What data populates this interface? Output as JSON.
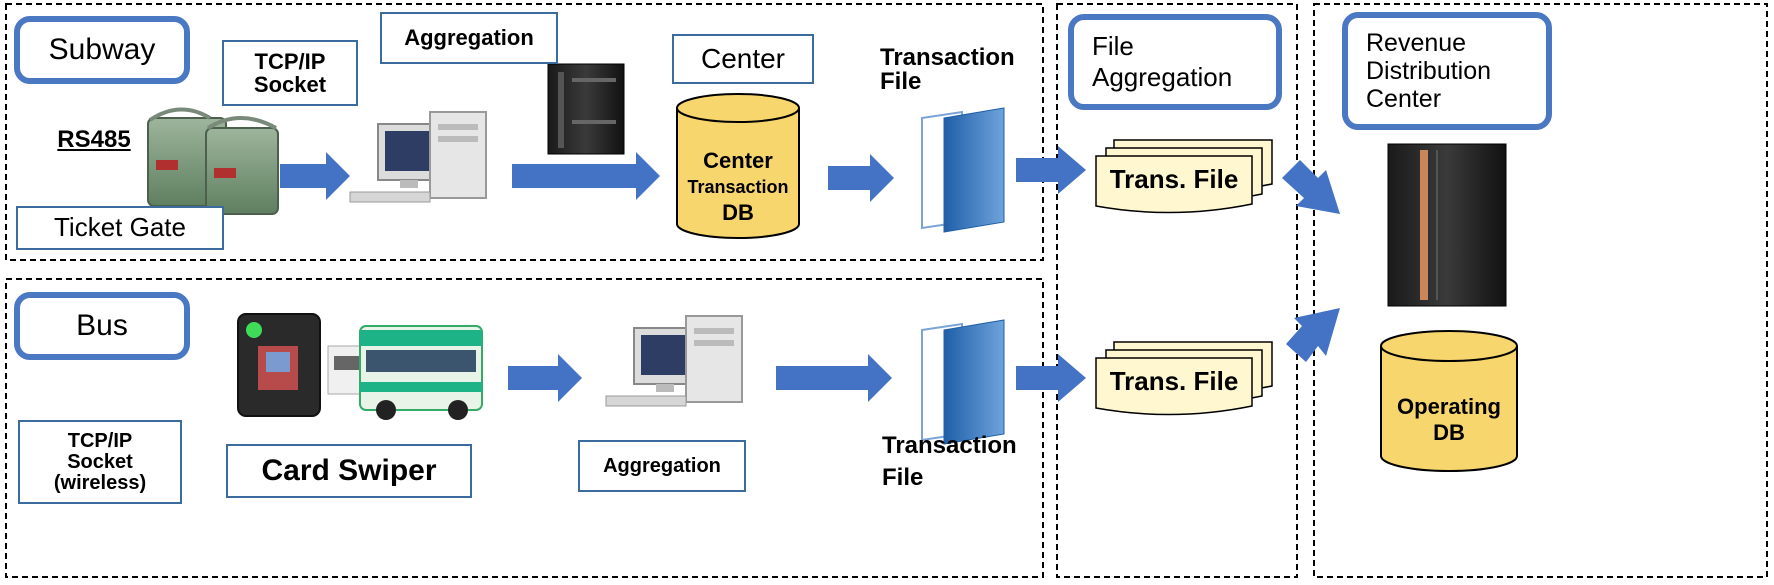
{
  "subway": {
    "title": "Subway",
    "protocol_line1": "TCP/IP",
    "protocol_line2": "Socket",
    "aggregation": "Aggregation",
    "center": "Center",
    "rs485": "RS485",
    "ticket_gate": "Ticket Gate",
    "db_line1": "Center",
    "db_line2": "Transaction",
    "db_line3": "DB",
    "file_label_line1": "Transaction",
    "file_label_line2": "File"
  },
  "bus": {
    "title": "Bus",
    "protocol_line1": "TCP/IP",
    "protocol_line2": "Socket",
    "protocol_line3": "(wireless)",
    "card_swiper": "Card Swiper",
    "aggregation": "Aggregation",
    "file_label_line1": "Transaction",
    "file_label_line2": "File"
  },
  "file_aggregation": {
    "title_line1": "File",
    "title_line2": "Aggregation",
    "stack_top": "Trans. File",
    "stack_bottom": "Trans. File"
  },
  "revenue": {
    "title_line1": "Revenue",
    "title_line2": "Distribution",
    "title_line3": "Center",
    "db_line1": "Operating",
    "db_line2": "DB"
  },
  "colors": {
    "arrow": "#4472c4",
    "db_fill": "#f8d66e",
    "file_fill": "#fff7d0",
    "frame": "#4a78c2"
  }
}
